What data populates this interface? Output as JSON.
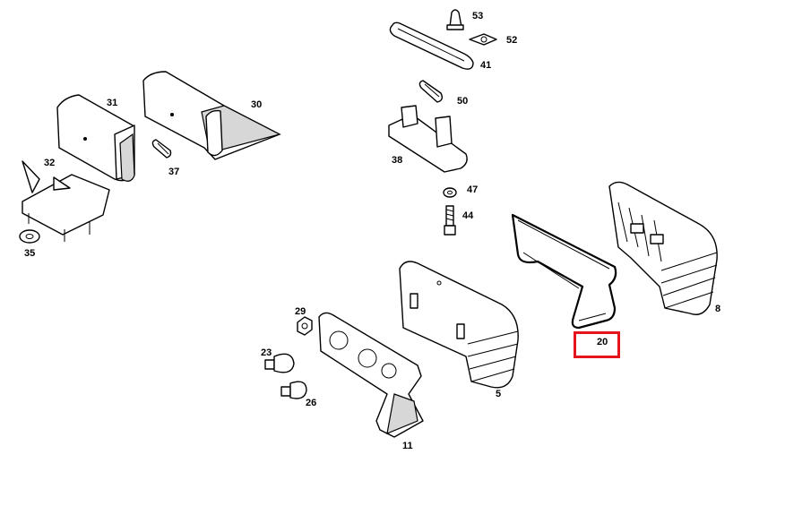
{
  "labels": {
    "p53": "53",
    "p52": "52",
    "p41": "41",
    "p31": "31",
    "p30": "30",
    "p50": "50",
    "p37": "37",
    "p32": "32",
    "p38": "38",
    "p47": "47",
    "p44": "44",
    "p35": "35",
    "p8": "8",
    "p29": "29",
    "p23": "23",
    "p26": "26",
    "p5": "5",
    "p20": "20",
    "p11": "11"
  },
  "highlight": {
    "label": "20",
    "color": "#e5141c"
  }
}
